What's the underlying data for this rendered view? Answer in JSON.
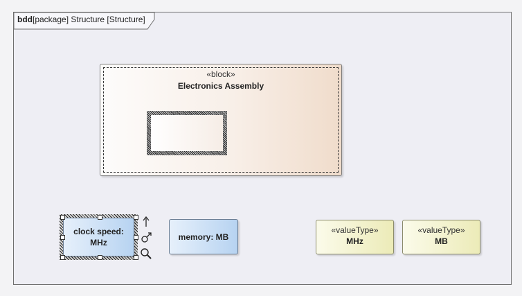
{
  "frame": {
    "kind": "bdd",
    "title": "[package] Structure [Structure]"
  },
  "block": {
    "stereotype": "«block»",
    "name": "Electronics Assembly"
  },
  "properties": [
    {
      "label": "clock speed: MHz",
      "line1": "clock speed:",
      "line2": "MHz"
    },
    {
      "label": "memory: MB"
    }
  ],
  "value_types": [
    {
      "stereotype": "«valueType»",
      "name": "MHz"
    },
    {
      "stereotype": "«valueType»",
      "name": "MB"
    }
  ],
  "colors": {
    "block_fill_end": "#f0dccb",
    "property_fill_end": "#b7d3f1",
    "valuetype_fill_end": "#ecebb8",
    "frame_fill": "#eeeef4"
  },
  "icons": [
    "arrow-up-icon",
    "connector-icon",
    "magnifier-icon"
  ]
}
